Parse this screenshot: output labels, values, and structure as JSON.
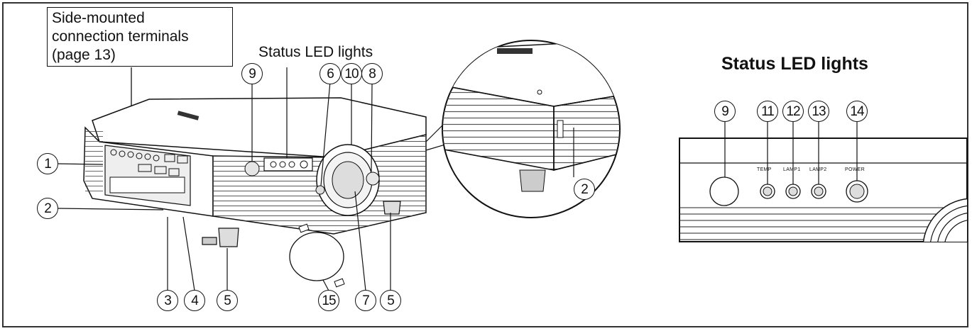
{
  "connection_label": {
    "lines": [
      "Side-mounted",
      "connection terminals",
      "(page 13)"
    ]
  },
  "status_caption": "Status LED lights",
  "status_heading": "Status LED lights",
  "callouts": {
    "c1": "1",
    "c2a": "2",
    "c3": "3",
    "c4": "4",
    "c5a": "5",
    "c6": "6",
    "c7": "7",
    "c8": "8",
    "c9a": "9",
    "c10": "10",
    "c15": "15",
    "c5b": "5",
    "c2b": "2",
    "c9b": "9",
    "c11": "11",
    "c12": "12",
    "c13": "13",
    "c14": "14"
  },
  "panel_labels": {
    "temp": "TEMP",
    "lamp1": "LAMP1",
    "lamp2": "LAMP2",
    "power": "POWER"
  }
}
